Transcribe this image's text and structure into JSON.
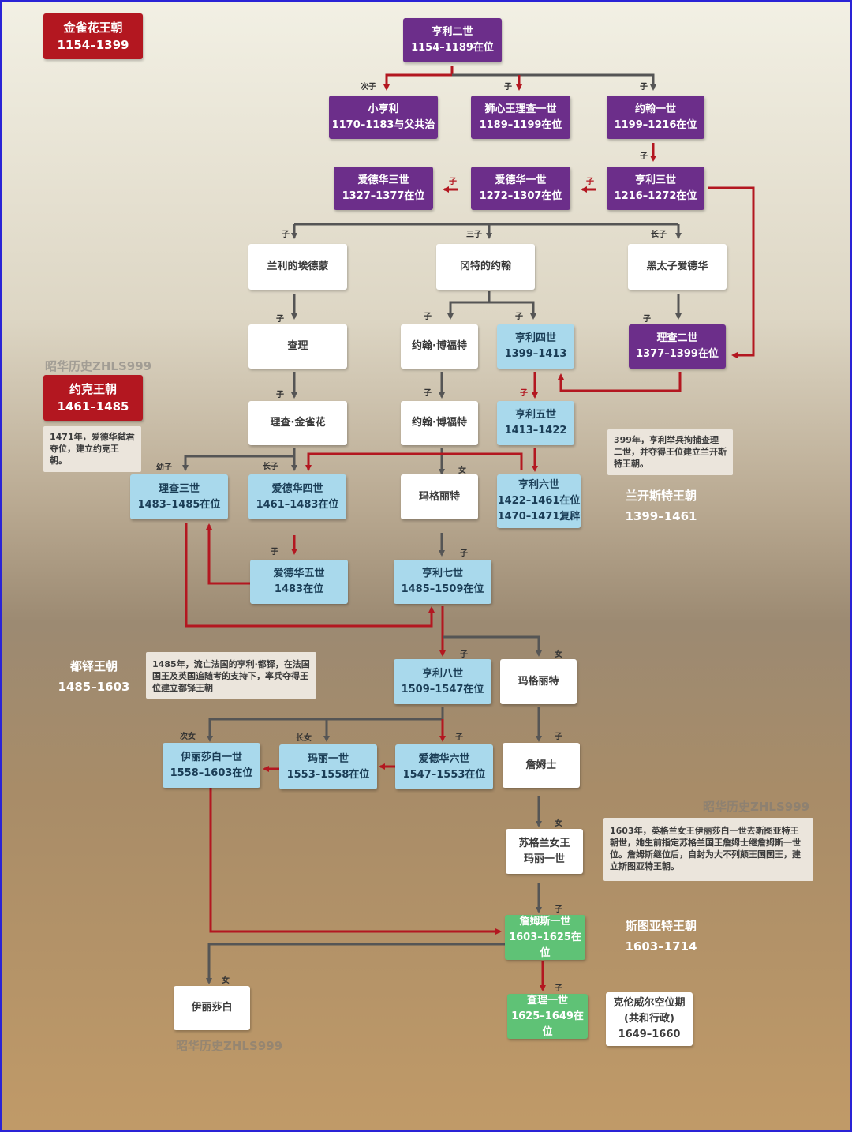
{
  "dynasties": {
    "plantagenet": {
      "name": "金雀花王朝",
      "years": "1154–1399"
    },
    "york": {
      "name": "约克王朝",
      "years": "1461–1485"
    },
    "lancaster": {
      "name": "兰开斯特王朝",
      "years": "1399–1461"
    },
    "tudor": {
      "name": "都铎王朝",
      "years": "1485–1603"
    },
    "stuart": {
      "name": "斯图亚特王朝",
      "years": "1603–1714"
    }
  },
  "people": {
    "henry2": {
      "name": "亨利二世",
      "reign": "1154–1189在位"
    },
    "young_henry": {
      "name": "小亨利",
      "reign": "1170–1183与父共治"
    },
    "richard1": {
      "name": "狮心王理查一世",
      "reign": "1189–1199在位"
    },
    "john1": {
      "name": "约翰一世",
      "reign": "1199–1216在位"
    },
    "edward3": {
      "name": "爱德华三世",
      "reign": "1327–1377在位"
    },
    "edward1": {
      "name": "爱德华一世",
      "reign": "1272–1307在位"
    },
    "henry3": {
      "name": "亨利三世",
      "reign": "1216–1272在位"
    },
    "edmund": {
      "name": "兰利的埃德蒙"
    },
    "john_gaunt": {
      "name": "冈特的约翰"
    },
    "black_prince": {
      "name": "黑太子爱德华"
    },
    "richard": {
      "name": "查理"
    },
    "john_beaufort1": {
      "name": "约翰·博福特"
    },
    "henry4": {
      "name": "亨利四世",
      "reign": "1399–1413"
    },
    "richard2": {
      "name": "理查二世",
      "reign": "1377–1399在位"
    },
    "richard_plant": {
      "name": "理查·金雀花"
    },
    "john_beaufort2": {
      "name": "约翰·博福特"
    },
    "henry5": {
      "name": "亨利五世",
      "reign": "1413–1422"
    },
    "richard3": {
      "name": "理查三世",
      "reign": "1483–1485在位"
    },
    "edward4": {
      "name": "爱德华四世",
      "reign": "1461–1483在位"
    },
    "margaret_b": {
      "name": "玛格丽特"
    },
    "henry6": {
      "name": "亨利六世",
      "reign": "1422–1461在位",
      "reign2": "1470–1471复辟"
    },
    "edward5": {
      "name": "爱德华五世",
      "reign": "1483在位"
    },
    "henry7": {
      "name": "亨利七世",
      "reign": "1485–1509在位"
    },
    "henry8": {
      "name": "亨利八世",
      "reign": "1509–1547在位"
    },
    "margaret_t": {
      "name": "玛格丽特"
    },
    "elizabeth1": {
      "name": "伊丽莎白一世",
      "reign": "1558–1603在位"
    },
    "mary1": {
      "name": "玛丽一世",
      "reign": "1553–1558在位"
    },
    "edward6": {
      "name": "爱德华六世",
      "reign": "1547–1553在位"
    },
    "james": {
      "name": "詹姆士"
    },
    "mary_scots": {
      "name": "苏格兰女王",
      "reign": "玛丽一世"
    },
    "james1": {
      "name": "詹姆斯一世",
      "reign": "1603–1625在位"
    },
    "elizabeth": {
      "name": "伊丽莎白"
    },
    "charles1": {
      "name": "查理一世",
      "reign": "1625–1649在位"
    },
    "cromwell": {
      "name": "克伦威尔空位期",
      "reign": "(共和行政)",
      "reign2": "1649–1660"
    }
  },
  "notes": {
    "york": "1471年，爱德华弑君夺位，建立约克王朝。",
    "lancaster": "399年，亨利举兵拘捕查理二世，并夺得王位建立兰开斯特王朝。",
    "tudor": "1485年，流亡法国的亨利·都铎，在法国国王及英国追随考的支持下，率兵夺得王位建立都铎王朝",
    "stuart": "1603年，英格兰女王伊丽莎白一世去斯图亚特王朝世，她生前指定苏格兰国王詹姆士继詹姆斯一世位。詹姆斯继位后，自封为大不列颠王国国王，建立斯图亚特王朝。"
  },
  "relations": {
    "second_son": "次子",
    "son": "子",
    "third_son": "三子",
    "eldest_son": "长子",
    "youngest_son": "幼子",
    "daughter": "女",
    "second_daughter": "次女",
    "eldest_daughter": "长女"
  },
  "watermark": "昭华历史ZHLS999",
  "colors": {
    "purple": "#6c2e8a",
    "blue": "#a9d9ec",
    "green": "#5fc276",
    "red": "#b31720",
    "gray": "#555555"
  }
}
